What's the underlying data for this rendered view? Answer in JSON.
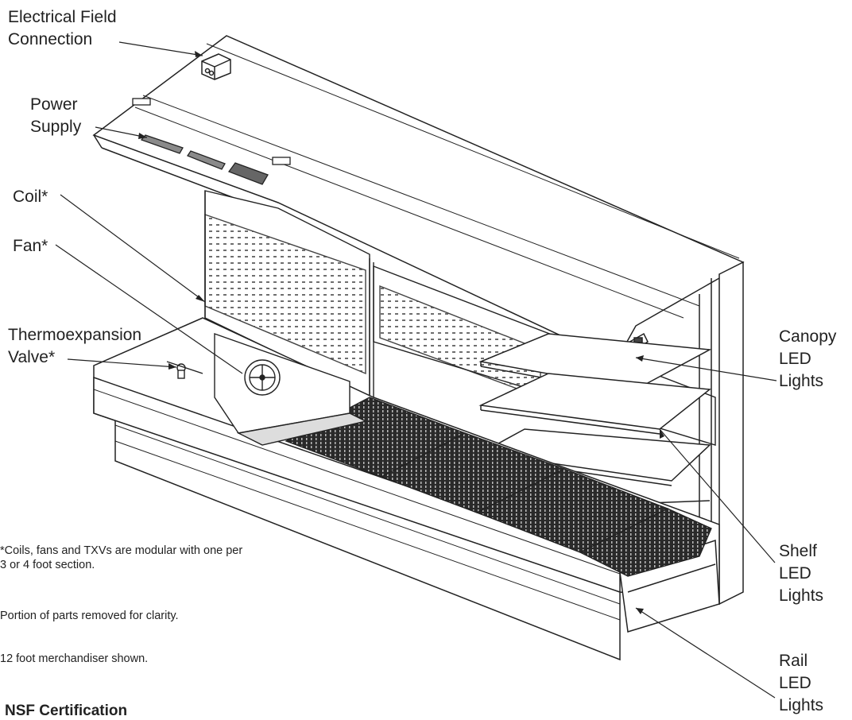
{
  "labels": {
    "electrical_field_connection": [
      "Electrical Field",
      "Connection"
    ],
    "power_supply": [
      "Power",
      "Supply"
    ],
    "coil": [
      "Coil*"
    ],
    "fan": [
      "Fan*"
    ],
    "thermoexpansion_valve": [
      "Thermoexpansion",
      "Valve*"
    ],
    "canopy_led_lights": [
      "Canopy",
      "LED",
      "Lights"
    ],
    "shelf_led_lights": [
      "Shelf",
      "LED",
      "Lights"
    ],
    "rail_led_lights": [
      "Rail",
      "LED",
      "Lights"
    ]
  },
  "notes": {
    "modular": [
      "*Coils, fans and TXVs are modular with one per",
      "3 or 4 foot section."
    ],
    "portion": "Portion of parts removed for clarity.",
    "merchandiser": "12 foot merchandiser shown."
  },
  "section_heading": "NSF Certification"
}
